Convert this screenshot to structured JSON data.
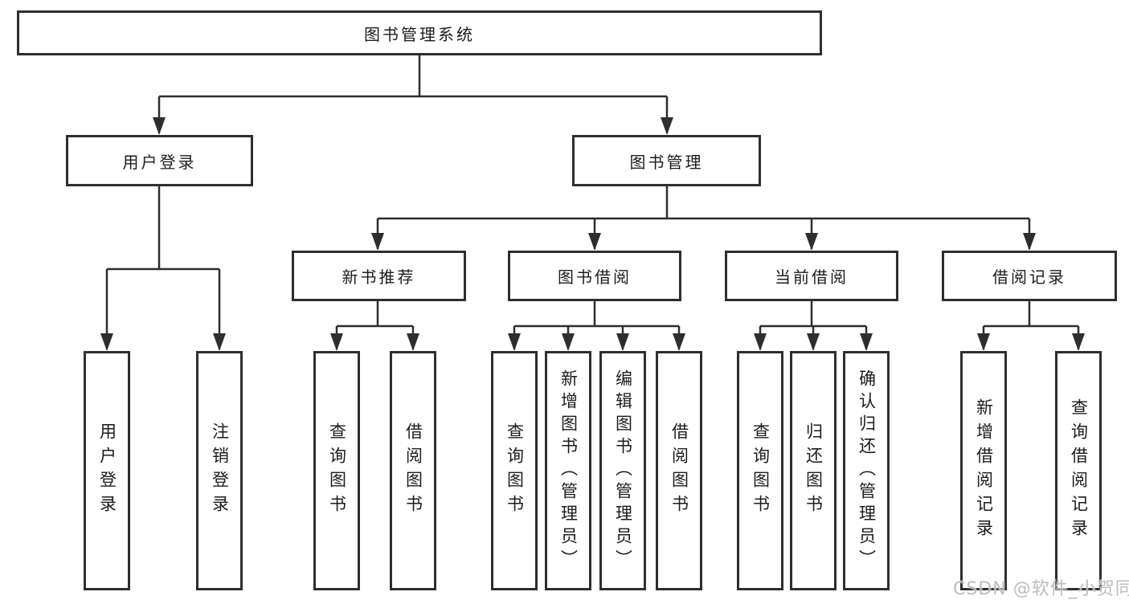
{
  "diagram": {
    "title": "图书管理系统",
    "branches": [
      {
        "label": "用户登录",
        "children": [
          {
            "label": "用户登录"
          },
          {
            "label": "注销登录"
          }
        ]
      },
      {
        "label": "图书管理",
        "children": [
          {
            "label": "新书推荐",
            "children": [
              {
                "label": "查询图书"
              },
              {
                "label": "借阅图书"
              }
            ]
          },
          {
            "label": "图书借阅",
            "children": [
              {
                "label": "查询图书"
              },
              {
                "label": "新增图书（管理员）"
              },
              {
                "label": "编辑图书（管理员）"
              },
              {
                "label": "借阅图书"
              }
            ]
          },
          {
            "label": "当前借阅",
            "children": [
              {
                "label": "查询图书"
              },
              {
                "label": "归还图书"
              },
              {
                "label": "确认归还（管理员）"
              }
            ]
          },
          {
            "label": "借阅记录",
            "children": [
              {
                "label": "新增借阅记录"
              },
              {
                "label": "查询借阅记录"
              }
            ]
          }
        ]
      }
    ]
  },
  "watermark": "CSDN @软件_小贺同学",
  "colors": {
    "line": "#2e2e2e",
    "box_border": "#2e2e2e",
    "text": "#1c1c1c",
    "background": "#ffffff",
    "watermark": "#b9b9b9"
  }
}
